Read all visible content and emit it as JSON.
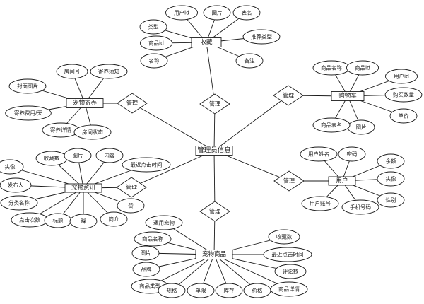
{
  "center": {
    "label": "管理员信息"
  },
  "entities": [
    {
      "key": "shoucang",
      "label": "收藏",
      "relationship": "管理",
      "attributes": [
        "用户id",
        "图片",
        "表名",
        "类型",
        "推荐类型",
        "商品id",
        "名称",
        "备注"
      ]
    },
    {
      "key": "gouwuche",
      "label": "购物车",
      "relationship": "管理",
      "attributes": [
        "商品名称",
        "商品id",
        "用户id",
        "购买数量",
        "单价",
        "图片",
        "商品表名"
      ]
    },
    {
      "key": "yonghu",
      "label": "用户",
      "relationship": "管理",
      "attributes": [
        "用户姓名",
        "密码",
        "余额",
        "头像",
        "性别",
        "手机号码",
        "用户账号"
      ]
    },
    {
      "key": "chongwushangpin",
      "label": "宠物商品",
      "relationship": "管理",
      "attributes": [
        "适用宠物",
        "收藏数",
        "商品名称",
        "最近点击时间",
        "图片",
        "评论数",
        "品牌",
        "商品详情",
        "商品类型",
        "规格",
        "单限",
        "库存",
        "价格"
      ]
    },
    {
      "key": "chongwuzixun",
      "label": "宠物资讯",
      "relationship": "管理",
      "attributes": [
        "收藏数",
        "图片",
        "内容",
        "头像",
        "最近点击时间",
        "发布人",
        "分类名称",
        "点击次数",
        "标题",
        "踩",
        "简介",
        "赞"
      ]
    },
    {
      "key": "chongwujiyang",
      "label": "宠物寄养",
      "relationship": "管理",
      "attributes": [
        "房间号",
        "寄养须知",
        "封面图片",
        "寄养费用/天",
        "寄养详情",
        "房间状态"
      ]
    }
  ]
}
